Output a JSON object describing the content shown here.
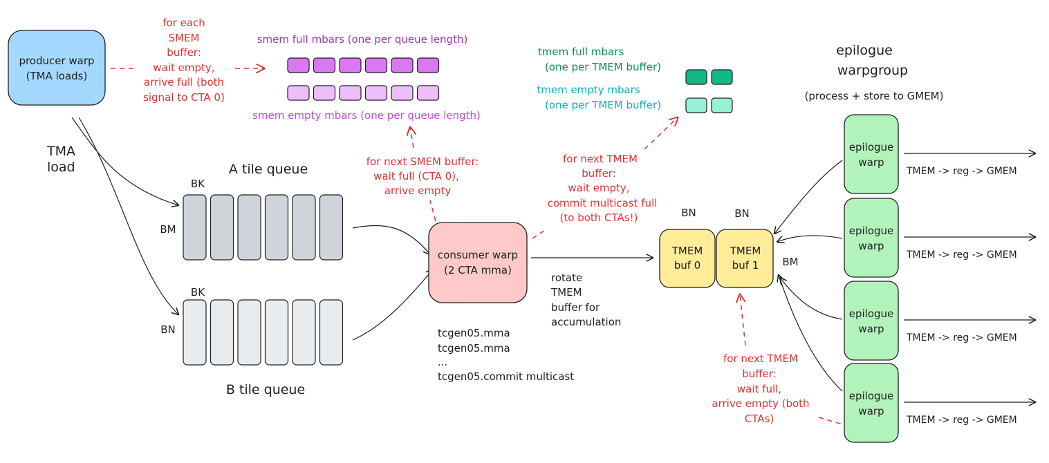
{
  "colors": {
    "producer": "#a5d8ff",
    "consumer": "#ffc9c9",
    "tmem": "#ffec99",
    "epilogue": "#b2f2bb",
    "tile_a": "#ced4da",
    "tile_b": "#e9ecef",
    "smem_full": "#da77f2",
    "smem_empty": "#eebefa",
    "tmem_full": "#12b886",
    "tmem_empty": "#96f2d7",
    "red": "#e03131"
  },
  "producer": {
    "line1": "producer warp",
    "line2": "(TMA loads)"
  },
  "producer_note": [
    "for each",
    "SMEM",
    "buffer:",
    "wait empty,",
    "arrive full (both",
    "signal to CTA 0)"
  ],
  "tma_load": [
    "TMA",
    "load"
  ],
  "smem_full_label": "smem full mbars (one per queue length)",
  "smem_empty_label": "smem empty mbars (one per queue length)",
  "tmem_full_label": [
    "tmem full mbars",
    "(one per TMEM buffer)"
  ],
  "tmem_empty_label": [
    "tmem empty mbars",
    "(one per TMEM buffer)"
  ],
  "a_queue": {
    "title": "A tile queue",
    "bk": "BK",
    "side": "BM"
  },
  "b_queue": {
    "title": "B tile queue",
    "bk": "BK",
    "side": "BN"
  },
  "consumer": {
    "line1": "consumer warp",
    "line2": "(2 CTA mma)"
  },
  "smem_note": [
    "for next SMEM buffer:",
    "wait full (CTA 0),",
    "arrive empty"
  ],
  "tmem_note_top": [
    "for next TMEM",
    "buffer:",
    "wait empty,",
    "commit multicast full",
    "(to both CTAs!)"
  ],
  "rotate_note": [
    "rotate",
    "TMEM",
    "buffer for",
    "accumulation"
  ],
  "mma_code": [
    "tcgen05.mma",
    "tcgen05.mma",
    "...",
    "tcgen05.commit multicast"
  ],
  "tmem": {
    "bn0": "BN",
    "bn1": "BN",
    "bm": "BM",
    "buf0": [
      "TMEM",
      "buf 0"
    ],
    "buf1": [
      "TMEM",
      "buf 1"
    ]
  },
  "epilogue_title": [
    "epilogue",
    "warpgroup"
  ],
  "epilogue_sub": "(process + store to GMEM)",
  "epilogue_warps": [
    {
      "line1": "epilogue",
      "line2": "warp",
      "out": "TMEM -> reg -> GMEM"
    },
    {
      "line1": "epilogue",
      "line2": "warp",
      "out": "TMEM -> reg -> GMEM"
    },
    {
      "line1": "epilogue",
      "line2": "warp",
      "out": "TMEM -> reg -> GMEM"
    },
    {
      "line1": "epilogue",
      "line2": "warp",
      "out": "TMEM -> reg -> GMEM"
    }
  ],
  "tmem_note_bottom": [
    "for next TMEM",
    "buffer:",
    "wait full,",
    "arrive empty (both",
    "CTAs)"
  ]
}
